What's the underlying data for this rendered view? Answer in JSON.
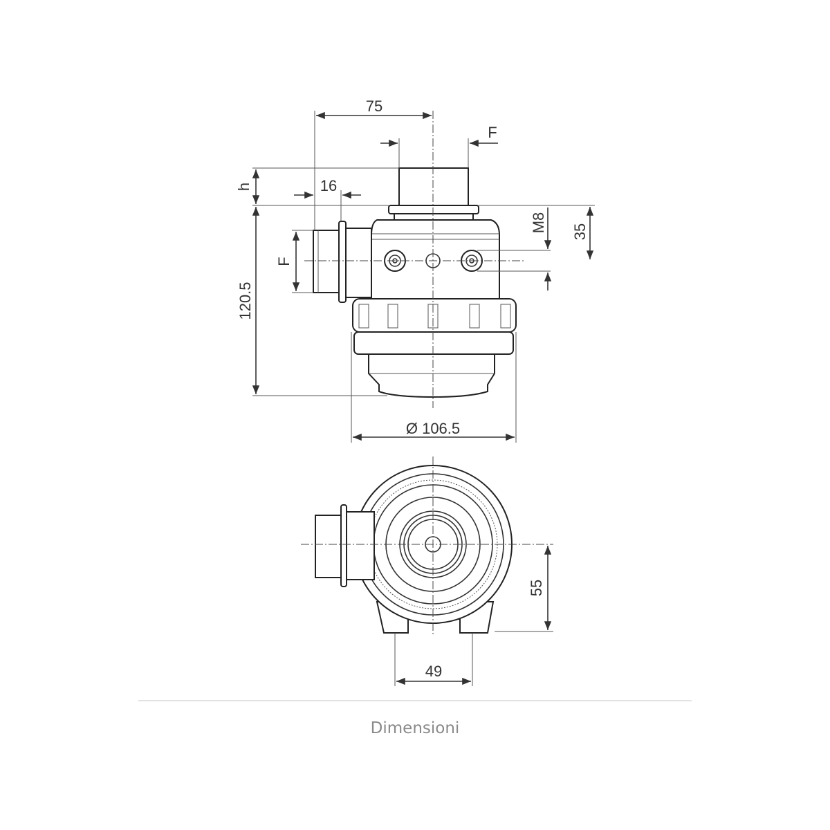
{
  "drawing": {
    "side_view": {
      "dim_75": "75",
      "dim_f_top": "F",
      "dim_h": "h",
      "dim_16": "16",
      "dim_f_side": "F",
      "dim_120_5": "120.5",
      "dim_m8": "M8",
      "dim_35": "35",
      "dim_diameter": "Ø 106.5"
    },
    "top_view": {
      "dim_55": "55",
      "dim_49": "49"
    }
  },
  "caption": "Dimensioni"
}
